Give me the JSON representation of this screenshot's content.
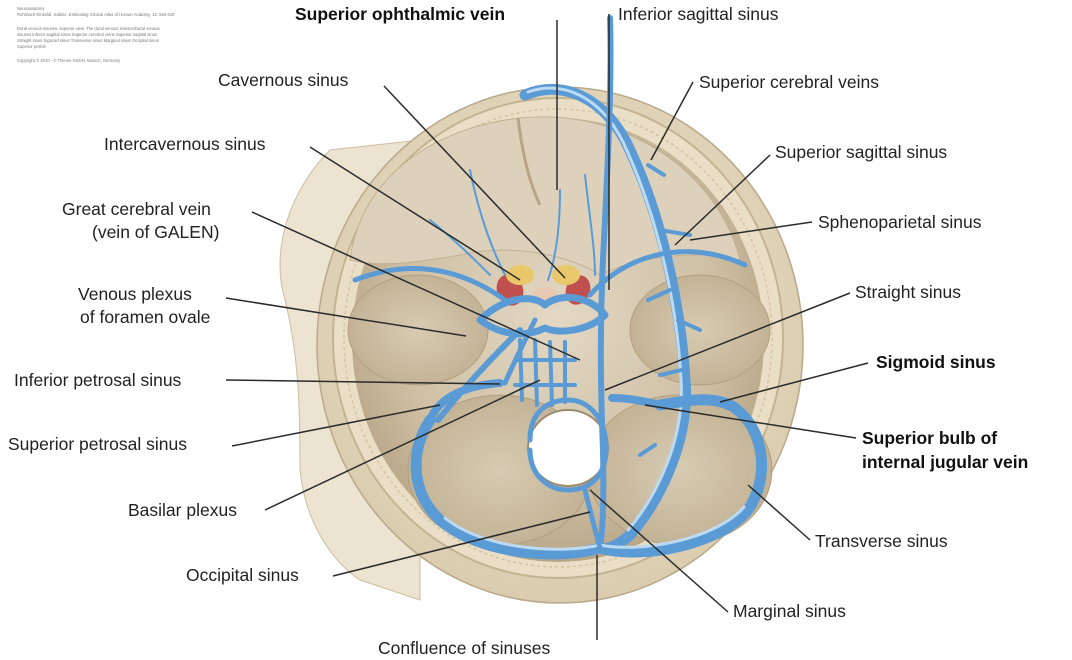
{
  "source_caption": {
    "lines": [
      "Neuroanatomy",
      "Rohrbach-Kinkeldi, Sabine, Estimating Clinical Atlas of Human Anatomy, 12, 553-610",
      "Dural venous sinuses, superior view. The dural venous sinuses/Dural venous",
      "sinuses inferior sagittal sinus Superior cerebral veins Superior sagittal sinus",
      "Straight sinus Sigmoid sinus Transverse sinus Marginal sinus Occipital sinus",
      "Superior petros",
      "",
      "Copyright © 2010 · © Thieme GmbH, Munich, Germany"
    ]
  },
  "labels": {
    "superior_ophthalmic_vein": "Superior ophthalmic vein",
    "inferior_sagittal_sinus": "Inferior sagittal sinus",
    "cavernous_sinus": "Cavernous sinus",
    "superior_cerebral_veins": "Superior cerebral veins",
    "intercavernous_sinus": "Intercavernous sinus",
    "superior_sagittal_sinus": "Superior sagittal sinus",
    "great_cerebral_vein_line1": "Great cerebral vein",
    "great_cerebral_vein_line2": "(vein of GALEN)",
    "sphenoparietal_sinus": "Sphenoparietal sinus",
    "straight_sinus": "Straight sinus",
    "venous_plexus_line1": "Venous plexus",
    "venous_plexus_line2": "of foramen ovale",
    "sigmoid_sinus": "Sigmoid sinus",
    "inferior_petrosal_sinus": "Inferior petrosal sinus",
    "superior_bulb_line1": "Superior bulb of",
    "superior_bulb_line2": "internal jugular vein",
    "superior_petrosal_sinus": "Superior petrosal sinus",
    "basilar_plexus": "Basilar plexus",
    "transverse_sinus": "Transverse sinus",
    "occipital_sinus": "Occipital sinus",
    "marginal_sinus": "Marginal sinus",
    "confluence_of_sinuses": "Confluence of sinuses"
  },
  "colors": {
    "vein": "#5b9bd5",
    "vein_highlight": "#bcdaf2",
    "bone": "#e9dcc0",
    "brain_surface": "#d9cdb8",
    "cavernous_red": "#c0504d",
    "cavernous_yellow": "#e8c86a"
  }
}
